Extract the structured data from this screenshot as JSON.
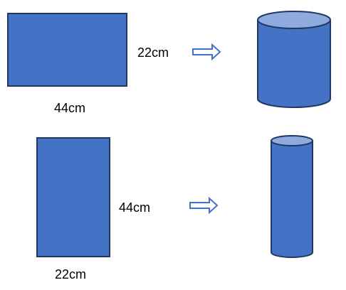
{
  "colors": {
    "fill": "#4472c4",
    "top_fill": "#8faadc",
    "stroke": "#1f3864",
    "arrow_stroke": "#4472c4",
    "arrow_fill": "#ffffff",
    "background": "#ffffff"
  },
  "top_row": {
    "rectangle": {
      "width_label": "44cm",
      "height_label": "22cm"
    },
    "arrow": "right-arrow-icon",
    "result": "short-wide-cylinder"
  },
  "bottom_row": {
    "rectangle": {
      "width_label": "22cm",
      "height_label": "44cm"
    },
    "arrow": "right-arrow-icon",
    "result": "tall-narrow-cylinder"
  }
}
